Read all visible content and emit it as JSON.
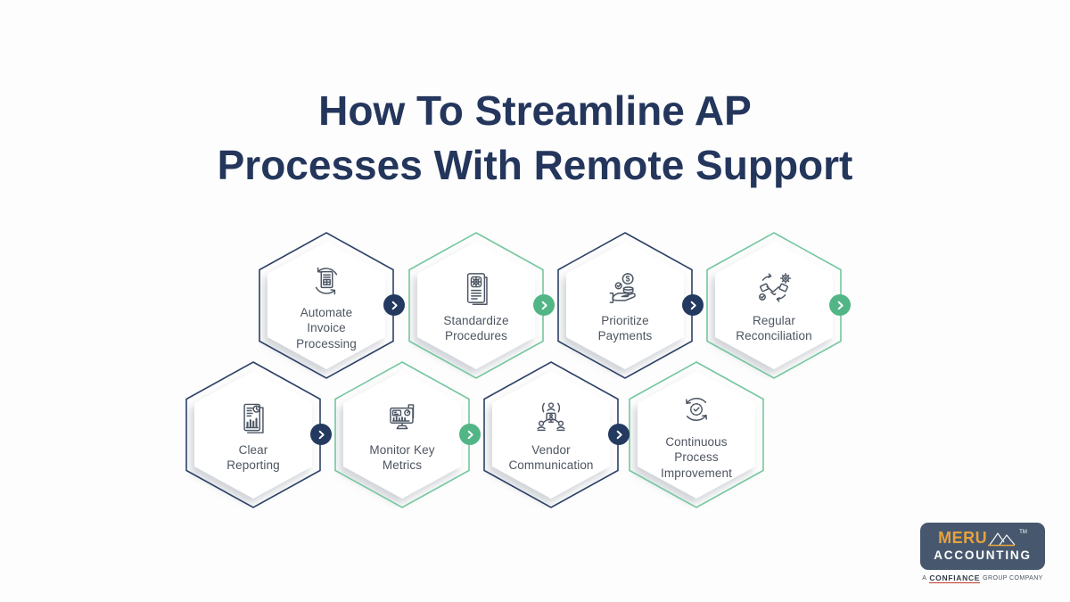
{
  "header": {
    "title_line1": "How To Streamline AP",
    "title_line2": "Processes With Remote Support"
  },
  "steps": [
    {
      "label": "Automate\nInvoice\nProcessing",
      "theme": "navy",
      "icon": "invoice-automation-icon",
      "has_arrow": true
    },
    {
      "label": "Standardize\nProcedures",
      "theme": "green",
      "icon": "clipboard-gear-icon",
      "has_arrow": true
    },
    {
      "label": "Prioritize\nPayments",
      "theme": "navy",
      "icon": "hand-coins-icon",
      "has_arrow": true
    },
    {
      "label": "Regular\nReconciliation",
      "theme": "green",
      "icon": "handshake-gear-icon",
      "has_arrow": true
    },
    {
      "label": "Clear\nReporting",
      "theme": "navy",
      "icon": "report-chart-icon",
      "has_arrow": true
    },
    {
      "label": "Monitor Key\nMetrics",
      "theme": "green",
      "icon": "monitor-dashboard-icon",
      "has_arrow": true
    },
    {
      "label": "Vendor\nCommunication",
      "theme": "navy",
      "icon": "people-network-icon",
      "has_arrow": true
    },
    {
      "label": "Continuous\nProcess\nImprovement",
      "theme": "green",
      "icon": "cycle-check-icon",
      "has_arrow": false
    }
  ],
  "colors": {
    "navy_outline": "#2c4166",
    "green_outline": "#74c79e",
    "arrow_navy": "#23395f",
    "arrow_green": "#52b586",
    "title_text": "#24365c",
    "label_text": "#4d5560",
    "logo_background": "#47586e",
    "logo_accent_orange": "#e7a23c"
  },
  "logo": {
    "name": "MERU",
    "word2": "ACCOUNTING",
    "tm": "TM",
    "tagline_prefix": "A",
    "tagline_brand": "CONFIANCE",
    "tagline_suffix": "GROUP COMPANY"
  }
}
